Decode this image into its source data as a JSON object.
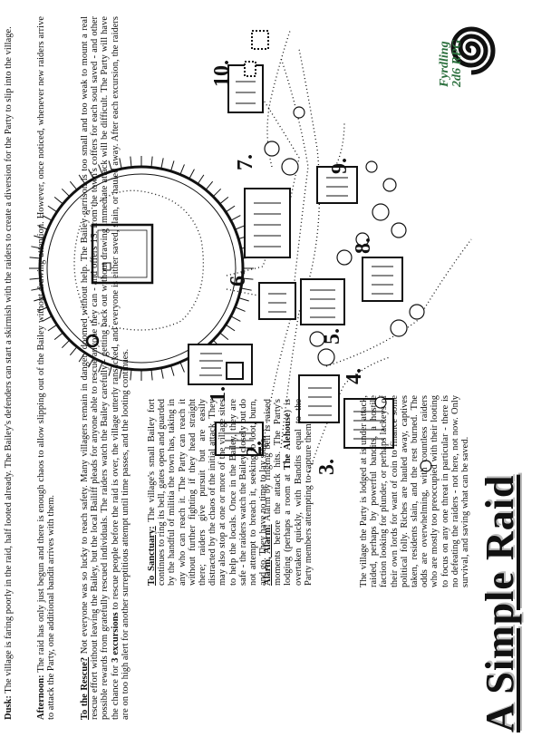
{
  "title": "A Simple Raid",
  "logo": {
    "line1": "Fyrdling",
    "line2": "2d6 RPG"
  },
  "location_numbers": [
    "1.",
    "2.",
    "3.",
    "4.",
    "5.",
    "6.",
    "7.",
    "8.",
    "9.",
    "10."
  ],
  "intro": "The village the Party is lodged at is under attack, raided, perhaps by powerful bandits, a hostile faction looking for plunder, or perhaps lackeys of their own lords for want of coin to finance some political folly. Riches are hauled away, captives taken, residents slain, and the rest burned. The odds are overwhelming, with countless raiders who are mostly too preoccupied with their looting to focus on any one threat in particular - there is no defeating the raiders - not here, not now. Only survival, and saving what can be saved.",
  "alarm": {
    "heading": "Alarm, Alarm!",
    "text_a": "Alarm by ringing bell is raised moments before the attack hits. The Party's lodging (perhaps a room at",
    "place": "The Alehouse",
    "text_b": ") is overtaken quickly, with Bandits equal to the Party members attempting to capture them."
  },
  "sanctuary": {
    "heading": "To Sanctuary:",
    "text": "The village's small Bailey fort continues to ring its bell, gates open and guarded by the handful of militia the town has, taking in any who can reach it. The Party can reach it without further fighting if they head straight there; raiders give pursuit but are easily distracted by the chaos of the initial attack. They may also stop at one or more of the village sites to help the locals. Once in the Bailey, they are safe - the raiders watch the Bailey closely but do not attempt to breach it, seeking to loot, burn, and go. They have no time to lay siege."
  },
  "rescue": {
    "heading": "To the Rescue?",
    "text_a": "Not everyone was so lucky to reach safety. Many villagers remain in danger, doomed without help. The Bailey garrison is too small and too weak to mount a real rescue effort without leaving the Bailey, but the local Bailiff pleads for anyone able to rescue anyone they can - and offers 1S. from the town's coffers for each soul saved - and other possible rewards from gratefully rescued individuals. The raiders watch the Bailey carefully - getting back out without drawing immediate attack will be difficult. The Party will have the chance for",
    "excursions": "3 excursions",
    "text_b": "to rescue people before the raid is over, the village utterly ransacked, and everyone is either saved, slain, or hauled away. After each excursion, the raiders are on too high alert for another surreptitious attempt until time passes, and the looting continues."
  },
  "afternoon": {
    "heading": "Afternoon:",
    "text": "The raid has only just begun and there is enough chaos to allow slipping out of the Bailey without drawing attention. However, once noticed, whenever new raiders arrive to attack the Party, one additional bandit arrives with them."
  },
  "dusk": {
    "heading": "Dusk:",
    "text": "The village is faring poorly in the raid, half looted already. The Bailey's defenders can start a skirmish with the raiders to create a diversion for the Party to slip into the village."
  },
  "colors": {
    "logo_green": "#2b6f3d",
    "ink": "#111111"
  }
}
